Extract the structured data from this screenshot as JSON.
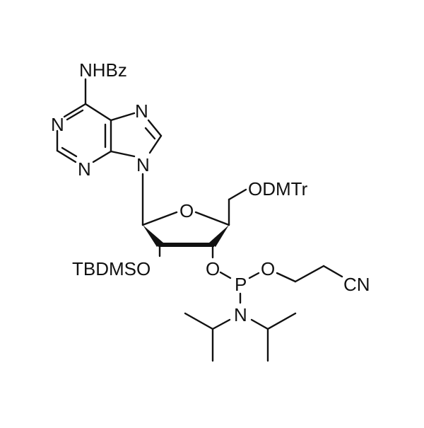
{
  "diagram": {
    "type": "chemical-structure",
    "compound_class": "protected adenosine phosphoramidite",
    "labels": {
      "nhbz": "NHBz",
      "n1": "N",
      "n3": "N",
      "n7": "N",
      "n9": "N",
      "ring_o": "O",
      "odmtr": "ODMTr",
      "tbdmso": "TBDMSO",
      "o3": "O",
      "p": "P",
      "o_ce": "O",
      "cn": "CN",
      "n_amine": "N"
    },
    "colors": {
      "ink": "#111111",
      "background": "#ffffff"
    }
  }
}
